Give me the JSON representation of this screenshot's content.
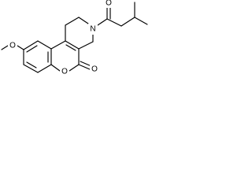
{
  "diagram": {
    "type": "chemical-structure",
    "atoms": {
      "methoxy_oxygen": "O",
      "ring_nitrogen": "N",
      "lactone_oxygen": "O",
      "lactone_carbonyl_oxygen": "O",
      "amide_carbonyl_oxygen": "O"
    },
    "colors": {
      "bond": "#000000",
      "text": "#000000",
      "background": "#ffffff"
    }
  }
}
